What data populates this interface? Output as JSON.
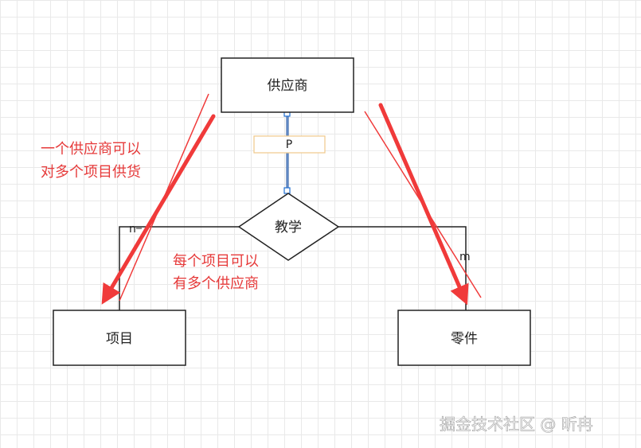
{
  "entities": {
    "supplier": "供应商",
    "project": "项目",
    "part": "零件"
  },
  "relationship": {
    "label": "教学",
    "attribute": "P"
  },
  "cardinality": {
    "project_side": "n",
    "part_side": "m"
  },
  "annotations": {
    "supplier_to_project": [
      "一个供应商可以",
      "对多个项目供货"
    ],
    "project_to_supplier": [
      "每个项目可以",
      "有多个供应商"
    ]
  },
  "watermark": "掘金技术社区 @ 昕冉",
  "colors": {
    "annotation": "#e63a3a",
    "arrow": "#f03a3a",
    "connector": "#1f4e99",
    "attribute_border": "#f0c98a",
    "entity_border": "#222222"
  }
}
